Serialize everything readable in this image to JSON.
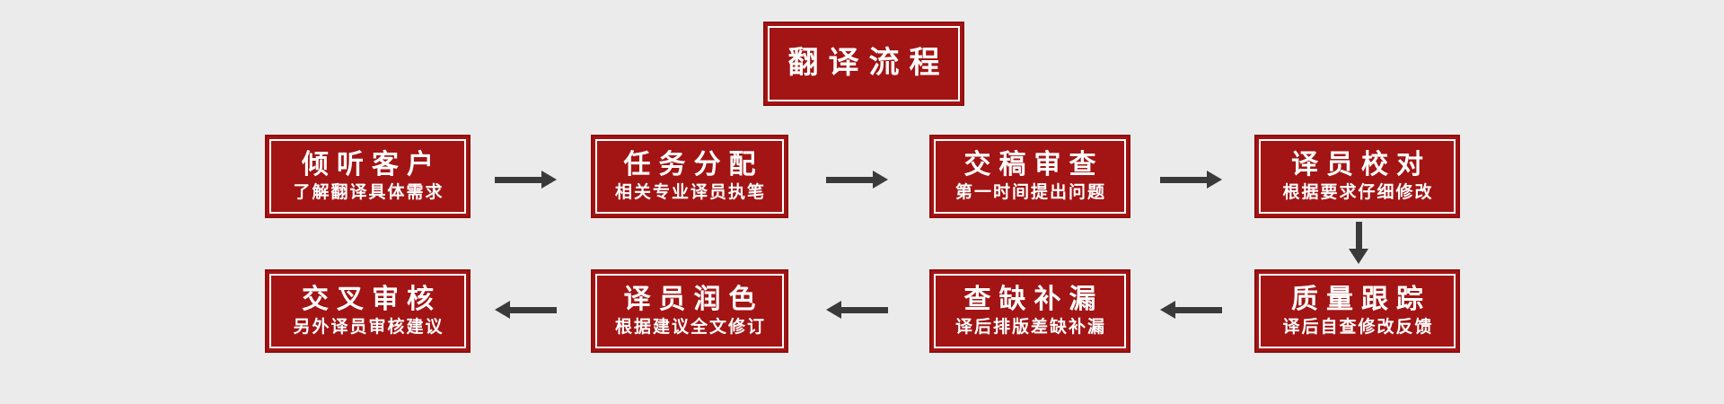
{
  "background": "#EBEBEB",
  "colors": {
    "box_fill": "#A31414",
    "box_outer_border": "#910D0D",
    "box_inner_border": "#FFFFFF",
    "text": "#FFFFFF",
    "arrow": "#3A3A3A"
  },
  "title": {
    "label": "翻译流程"
  },
  "flow": {
    "top_row": [
      {
        "title": "倾听客户",
        "subtitle": "了解翻译具体需求"
      },
      {
        "title": "任务分配",
        "subtitle": "相关专业译员执笔"
      },
      {
        "title": "交稿审查",
        "subtitle": "第一时间提出问题"
      },
      {
        "title": "译员校对",
        "subtitle": "根据要求仔细修改"
      }
    ],
    "bottom_row": [
      {
        "title": "交叉审核",
        "subtitle": "另外译员审核建议"
      },
      {
        "title": "译员润色",
        "subtitle": "根据建议全文修订"
      },
      {
        "title": "查缺补漏",
        "subtitle": "译后排版差缺补漏"
      },
      {
        "title": "质量跟踪",
        "subtitle": "译后自查修改反馈"
      }
    ],
    "arrows": {
      "top_row_direction": "right",
      "bottom_row_direction": "left",
      "connector_direction": "down"
    }
  }
}
